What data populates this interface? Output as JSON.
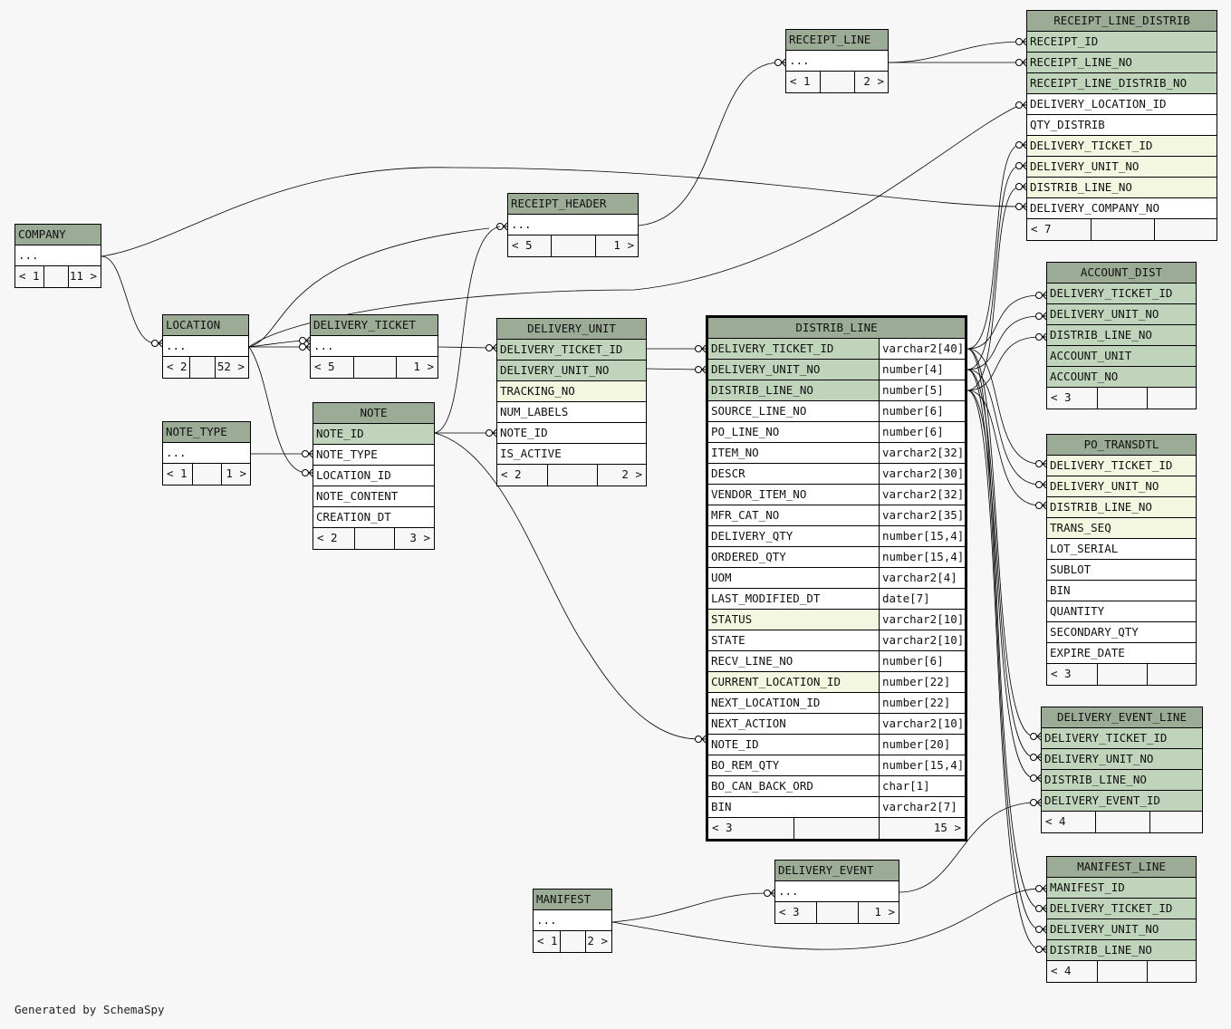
{
  "footer": "Generated by SchemaSpy",
  "tables": {
    "company": {
      "name": "COMPANY",
      "rows": [
        "..."
      ],
      "foot": [
        "< 1",
        "11 >"
      ]
    },
    "location": {
      "name": "LOCATION",
      "rows": [
        "..."
      ],
      "foot": [
        "< 2",
        "52 >"
      ]
    },
    "delivery_ticket": {
      "name": "DELIVERY_TICKET",
      "rows": [
        "..."
      ],
      "foot": [
        "< 5",
        "1 >"
      ]
    },
    "receipt_header": {
      "name": "RECEIPT_HEADER",
      "rows": [
        "..."
      ],
      "foot": [
        "< 5",
        "1 >"
      ]
    },
    "receipt_line": {
      "name": "RECEIPT_LINE",
      "rows": [
        "..."
      ],
      "foot": [
        "< 1",
        "2 >"
      ]
    },
    "note_type": {
      "name": "NOTE_TYPE",
      "rows": [
        "..."
      ],
      "foot": [
        "< 1",
        "1 >"
      ]
    },
    "note": {
      "name": "NOTE",
      "rows": [
        "NOTE_ID",
        "NOTE_TYPE",
        "LOCATION_ID",
        "NOTE_CONTENT",
        "CREATION_DT"
      ],
      "foot": [
        "< 2",
        "3 >"
      ]
    },
    "delivery_unit": {
      "name": "DELIVERY_UNIT",
      "rows": [
        "DELIVERY_TICKET_ID",
        "DELIVERY_UNIT_NO",
        "TRACKING_NO",
        "NUM_LABELS",
        "NOTE_ID",
        "IS_ACTIVE"
      ],
      "foot": [
        "< 2",
        "2 >"
      ]
    },
    "distrib_line": {
      "name": "DISTRIB_LINE",
      "rows": [
        "DELIVERY_TICKET_ID",
        "DELIVERY_UNIT_NO",
        "DISTRIB_LINE_NO",
        "SOURCE_LINE_NO",
        "PO_LINE_NO",
        "ITEM_NO",
        "DESCR",
        "VENDOR_ITEM_NO",
        "MFR_CAT_NO",
        "DELIVERY_QTY",
        "ORDERED_QTY",
        "UOM",
        "LAST_MODIFIED_DT",
        "STATUS",
        "STATE",
        "RECV_LINE_NO",
        "CURRENT_LOCATION_ID",
        "NEXT_LOCATION_ID",
        "NEXT_ACTION",
        "NOTE_ID",
        "BO_REM_QTY",
        "BO_CAN_BACK_ORD",
        "BIN"
      ],
      "types": [
        "varchar2[40]",
        "number[4]",
        "number[5]",
        "number[6]",
        "number[6]",
        "varchar2[32]",
        "varchar2[30]",
        "varchar2[32]",
        "varchar2[35]",
        "number[15,4]",
        "number[15,4]",
        "varchar2[4]",
        "date[7]",
        "varchar2[10]",
        "varchar2[10]",
        "number[6]",
        "number[22]",
        "number[22]",
        "varchar2[10]",
        "number[20]",
        "number[15,4]",
        "char[1]",
        "varchar2[7]"
      ],
      "foot": [
        "< 3",
        "15 >"
      ]
    },
    "receipt_line_distrib": {
      "name": "RECEIPT_LINE_DISTRIB",
      "rows": [
        "RECEIPT_ID",
        "RECEIPT_LINE_NO",
        "RECEIPT_LINE_DISTRIB_NO",
        "DELIVERY_LOCATION_ID",
        "QTY_DISTRIB",
        "DELIVERY_TICKET_ID",
        "DELIVERY_UNIT_NO",
        "DISTRIB_LINE_NO",
        "DELIVERY_COMPANY_NO"
      ],
      "foot": [
        "< 7",
        ""
      ]
    },
    "account_dist": {
      "name": "ACCOUNT_DIST",
      "rows": [
        "DELIVERY_TICKET_ID",
        "DELIVERY_UNIT_NO",
        "DISTRIB_LINE_NO",
        "ACCOUNT_UNIT",
        "ACCOUNT_NO"
      ],
      "foot": [
        "< 3",
        ""
      ]
    },
    "po_transdtl": {
      "name": "PO_TRANSDTL",
      "rows": [
        "DELIVERY_TICKET_ID",
        "DELIVERY_UNIT_NO",
        "DISTRIB_LINE_NO",
        "TRANS_SEQ",
        "LOT_SERIAL",
        "SUBLOT",
        "BIN",
        "QUANTITY",
        "SECONDARY_QTY",
        "EXPIRE_DATE"
      ],
      "foot": [
        "< 3",
        ""
      ]
    },
    "delivery_event_line": {
      "name": "DELIVERY_EVENT_LINE",
      "rows": [
        "DELIVERY_TICKET_ID",
        "DELIVERY_UNIT_NO",
        "DISTRIB_LINE_NO",
        "DELIVERY_EVENT_ID"
      ],
      "foot": [
        "< 4",
        ""
      ]
    },
    "delivery_event": {
      "name": "DELIVERY_EVENT",
      "rows": [
        "..."
      ],
      "foot": [
        "< 3",
        "1 >"
      ]
    },
    "manifest": {
      "name": "MANIFEST",
      "rows": [
        "..."
      ],
      "foot": [
        "< 1",
        "2 >"
      ]
    },
    "manifest_line": {
      "name": "MANIFEST_LINE",
      "rows": [
        "MANIFEST_ID",
        "DELIVERY_TICKET_ID",
        "DELIVERY_UNIT_NO",
        "DISTRIB_LINE_NO"
      ],
      "foot": [
        "< 4",
        ""
      ]
    }
  }
}
